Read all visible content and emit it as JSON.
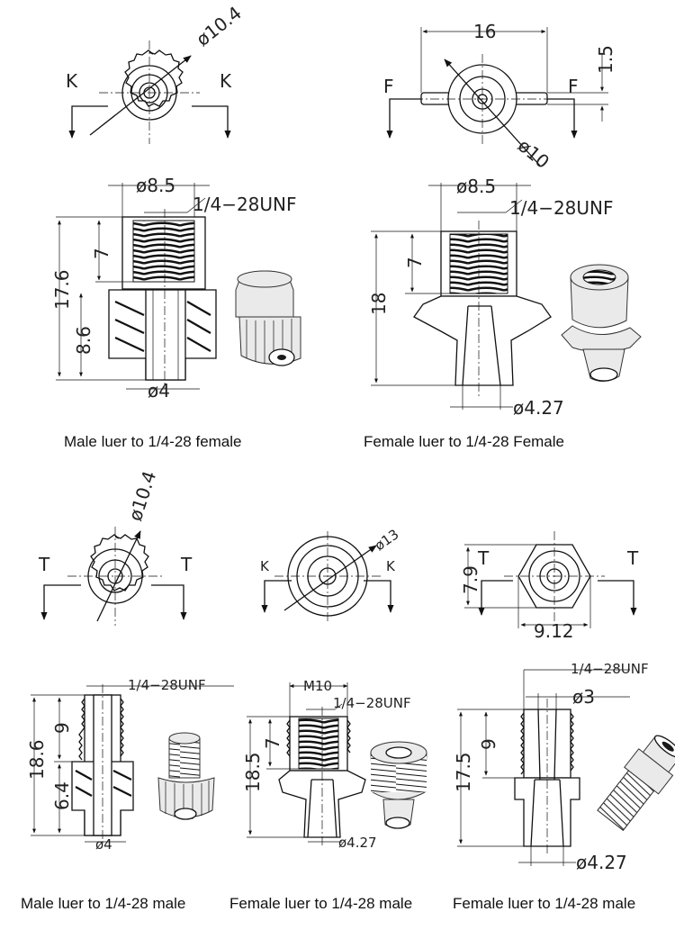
{
  "captions": {
    "c1": "Male luer to 1/4-28 female",
    "c2": "Female luer to 1/4-28 Female",
    "c3": "Male luer to 1/4-28 male",
    "c4": "Female luer to 1/4-28 male",
    "c5": "Female luer to 1/4-28 male"
  },
  "dims": {
    "d1_dia_top": "ø10.4",
    "d1_sec_l": "K",
    "d1_sec_r": "K",
    "d1_dia": "ø8.5",
    "d1_thread": "1/4−28UNF",
    "d1_h7": "7",
    "d1_h176": "17.6",
    "d1_h86": "8.6",
    "d1_bot": "ø4",
    "d2_w16": "16",
    "d2_h15": "1.5",
    "d2_sec_l": "F",
    "d2_sec_r": "F",
    "d2_dia10": "ø10",
    "d2_dia": "ø8.5",
    "d2_thread": "1/4−28UNF",
    "d2_h7": "7",
    "d2_h18": "18",
    "d2_bot": "ø4.27",
    "d3_dia_top": "ø10.4",
    "d3_sec_l": "T",
    "d3_sec_r": "T",
    "d3_thread": "1/4−28UNF",
    "d3_h186": "18.6",
    "d3_h9": "9",
    "d3_h64": "6.4",
    "d3_bot": "ø4",
    "d4_dia13": "ø13",
    "d4_sec_l": "K",
    "d4_sec_r": "K",
    "d4_m10": "M10",
    "d4_thread": "1/4−28UNF",
    "d4_h7": "7",
    "d4_h185": "18.5",
    "d4_bot": "ø4.27",
    "d5_sec_l": "T",
    "d5_sec_r": "T",
    "d5_h79": "7.9",
    "d5_w912": "9.12",
    "d5_thread": "1/4−28UNF",
    "d5_dia3": "ø3",
    "d5_h9": "9",
    "d5_h175": "17.5",
    "d5_bot": "ø4.27"
  },
  "colors": {
    "line": "#111111",
    "fill": "#ffffff",
    "thread": "#1a1a1a"
  }
}
